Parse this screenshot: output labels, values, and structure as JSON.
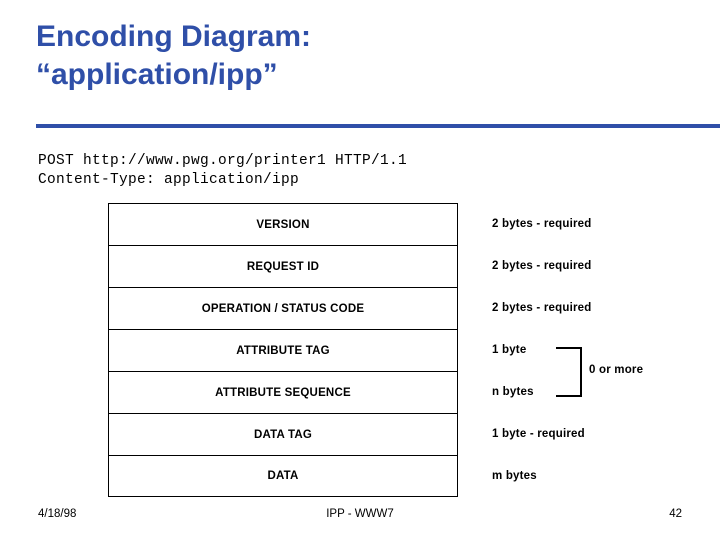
{
  "slide": {
    "title_line1": "Encoding Diagram:",
    "title_line2": "“application/ipp”",
    "title_color": "#2F4FA8",
    "rule_color": "#2F4FA8",
    "code": "POST http://www.pwg.org/printer1 HTTP/1.1\nContent-Type: application/ipp",
    "rows": [
      {
        "label": "VERSION",
        "note": "2 bytes - required"
      },
      {
        "label": "REQUEST ID",
        "note": "2 bytes - required"
      },
      {
        "label": "OPERATION / STATUS CODE",
        "note": "2 bytes - required"
      },
      {
        "label": "ATTRIBUTE TAG",
        "note": "1 byte"
      },
      {
        "label": "ATTRIBUTE SEQUENCE",
        "note": "n bytes"
      },
      {
        "label": "DATA TAG",
        "note": "1 byte - required"
      },
      {
        "label": "DATA",
        "note": "m bytes"
      }
    ],
    "brace_label": "0 or more",
    "footer": {
      "date": "4/18/98",
      "center": "IPP - WWW7",
      "page": "42"
    }
  }
}
